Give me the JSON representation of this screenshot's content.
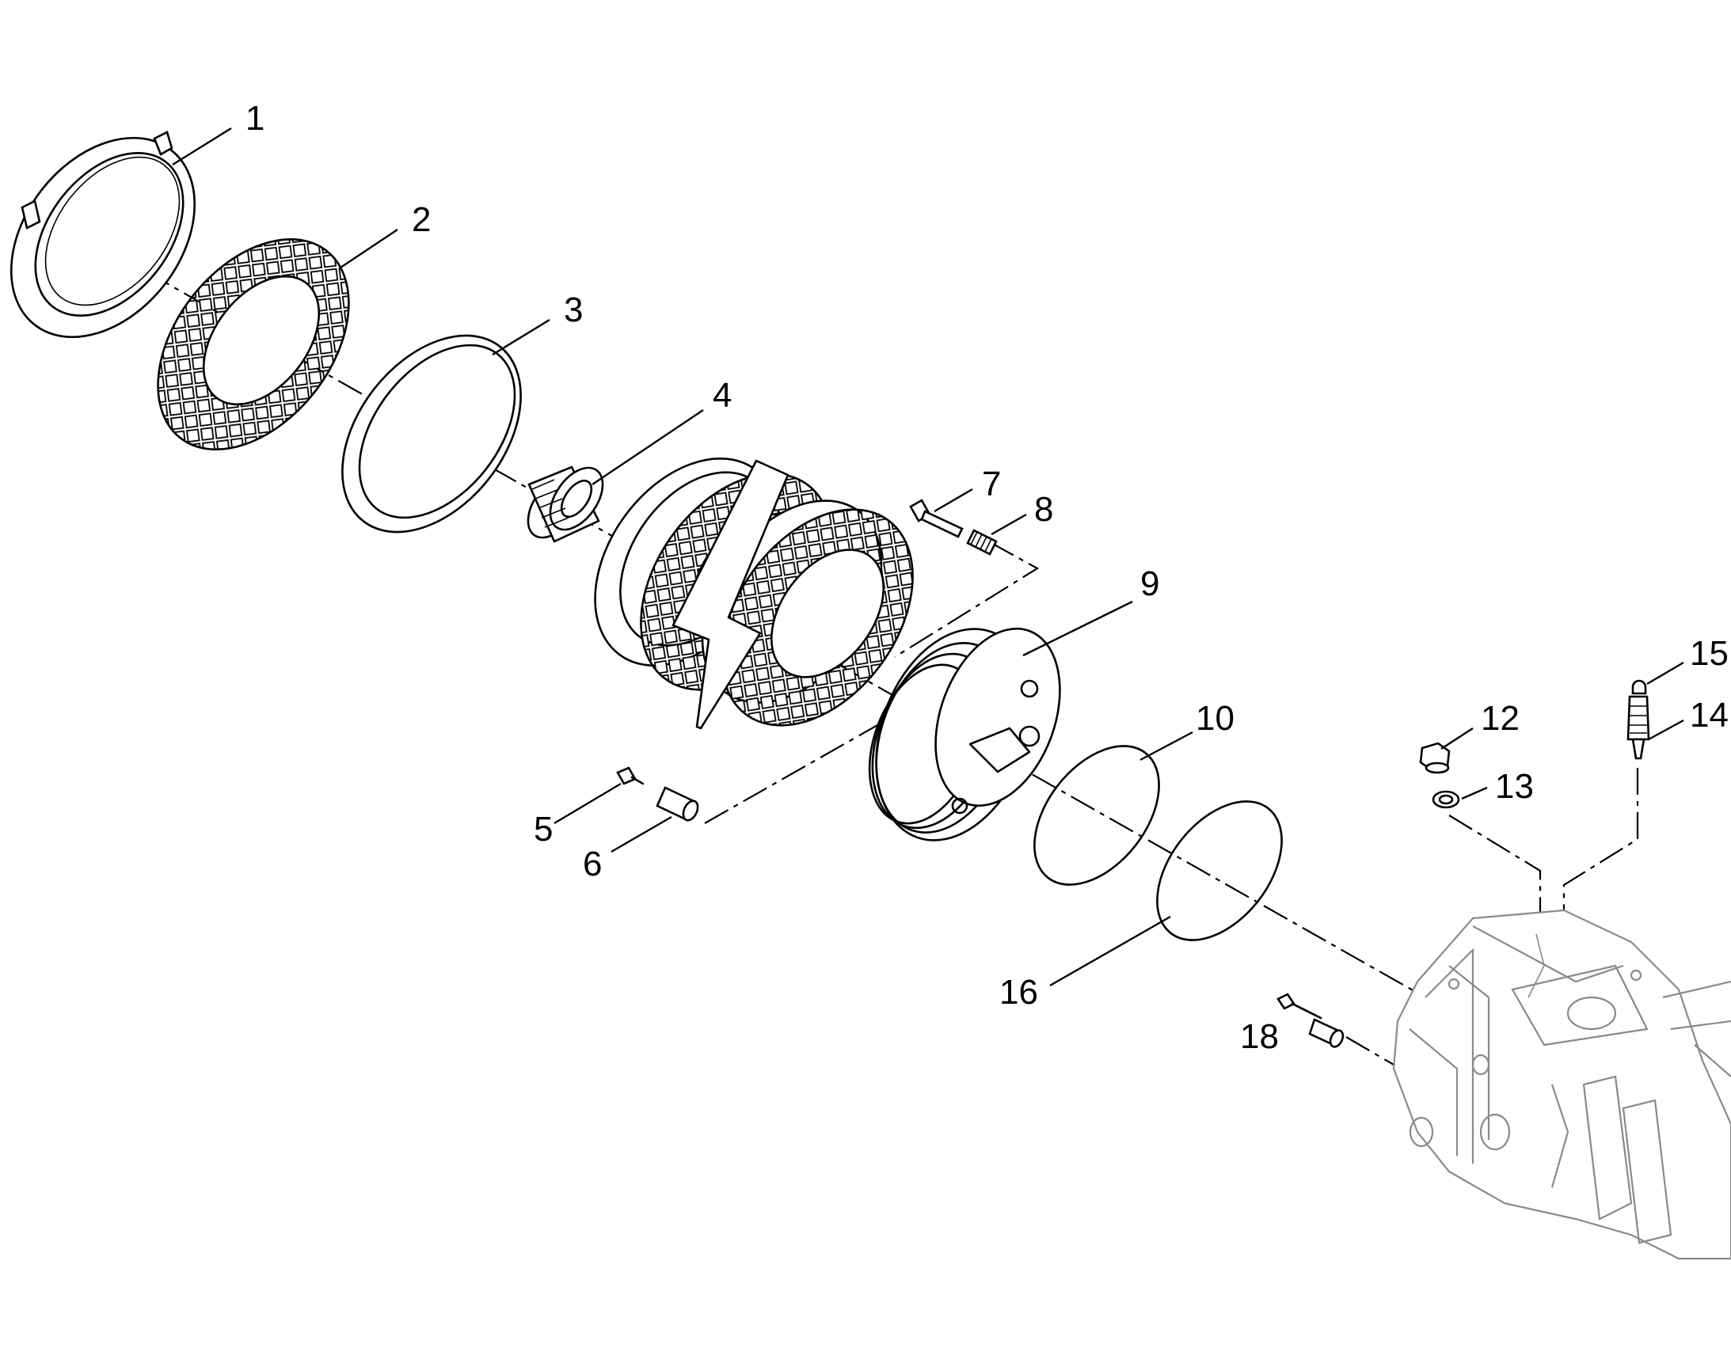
{
  "callouts": {
    "c1": "1",
    "c2": "2",
    "c3": "3",
    "c4": "4",
    "c5": "5",
    "c6": "6",
    "c7": "7",
    "c8": "8",
    "c9": "9",
    "c10": "10",
    "c12": "12",
    "c13": "13",
    "c14": "14",
    "c15": "15",
    "c16": "16",
    "c18": "18"
  },
  "colors": {
    "ink": "#000000",
    "housing": "#8a8a8a",
    "background": "#ffffff"
  }
}
